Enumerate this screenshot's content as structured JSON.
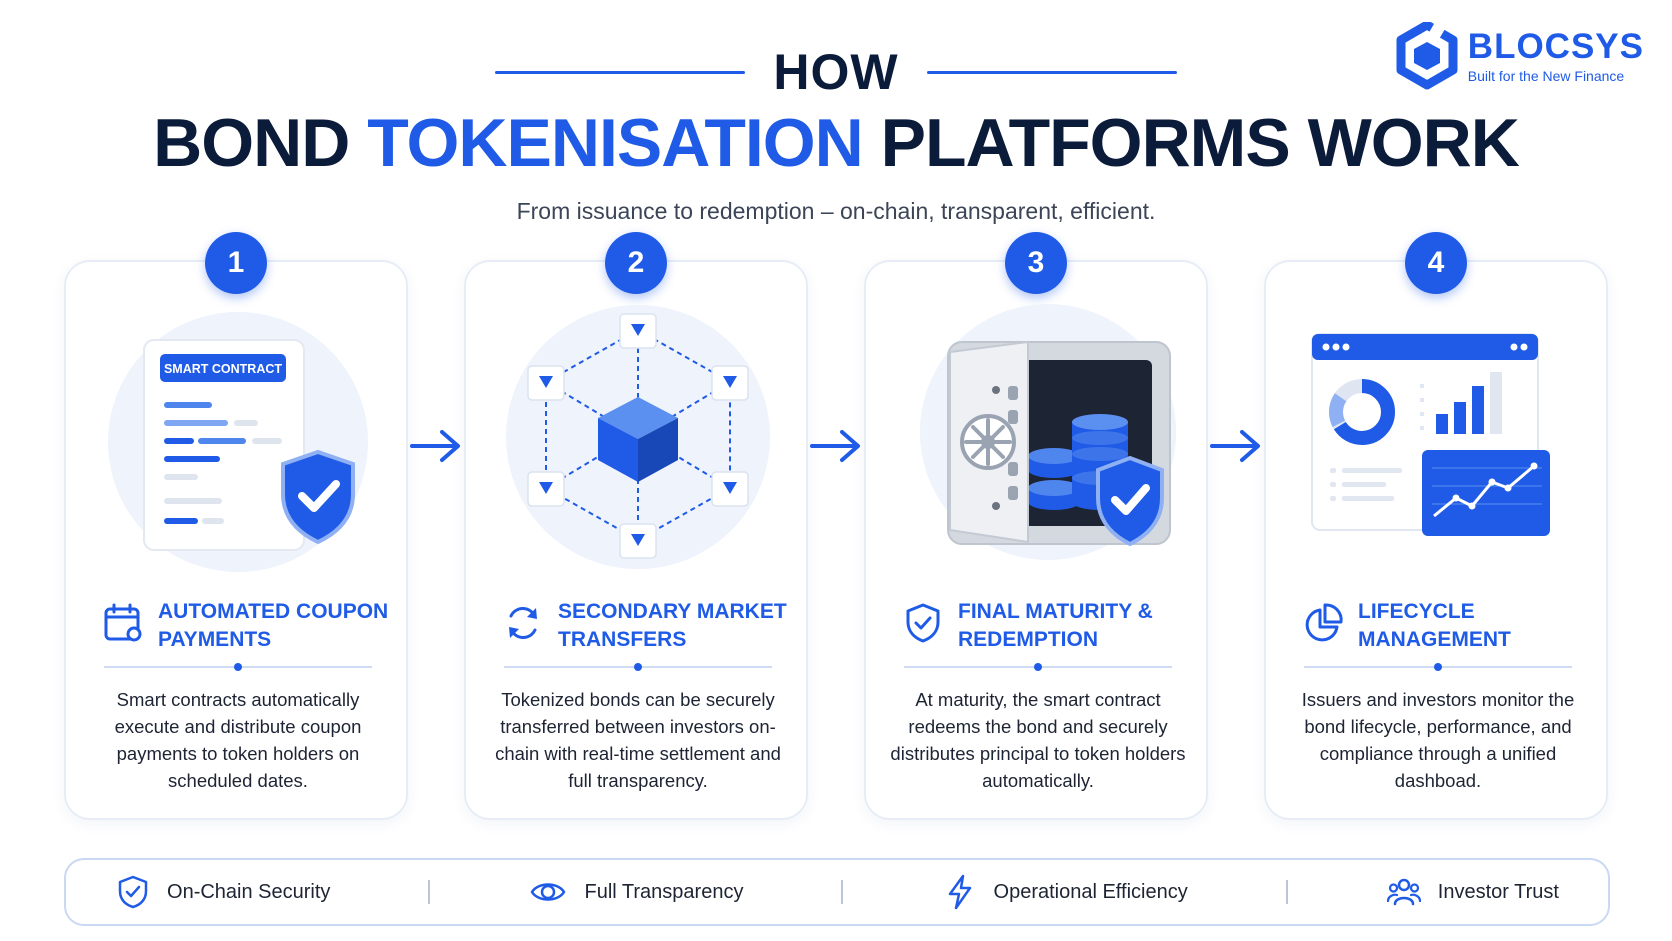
{
  "header": {
    "how": "HOW",
    "title_part1": "BOND ",
    "title_accent": "TOKENISATION",
    "title_part2": " PLATFORMS WORK",
    "subtitle": "From issuance to redemption – on-chain, transparent, efficient."
  },
  "brand": {
    "name": "BLOCSYS",
    "tagline": "Built for the New Finance"
  },
  "colors": {
    "accent": "#1f5be6",
    "dark": "#0b1b3a"
  },
  "steps": [
    {
      "number": "1",
      "icon": "calendar-icon",
      "illustration_label": "SMART CONTRACT",
      "title": "AUTOMATED COUPON PAYMENTS",
      "description": "Smart contracts automatically execute and distribute coupon payments to token holders on scheduled dates."
    },
    {
      "number": "2",
      "icon": "refresh-icon",
      "title": "SECONDARY MARKET TRANSFERS",
      "description": "Tokenized bonds can be securely transferred between investors on-chain with real-time settlement and full transparency."
    },
    {
      "number": "3",
      "icon": "shield-check-icon",
      "title": "FINAL MATURITY & REDEMPTION",
      "description": "At maturity, the smart contract redeems the bond and securely distributes principal to token holders automatically."
    },
    {
      "number": "4",
      "icon": "pie-chart-icon",
      "title": "LIFECYCLE MANAGEMENT",
      "description": "Issuers and investors monitor the bond lifecycle, performance, and compliance through a unified dashboad."
    }
  ],
  "footer": [
    {
      "icon": "shield-check-icon",
      "label": "On-Chain Security"
    },
    {
      "icon": "eye-icon",
      "label": "Full Transparency"
    },
    {
      "icon": "lightning-icon",
      "label": "Operational Efficiency"
    },
    {
      "icon": "users-icon",
      "label": "Investor Trust"
    }
  ]
}
